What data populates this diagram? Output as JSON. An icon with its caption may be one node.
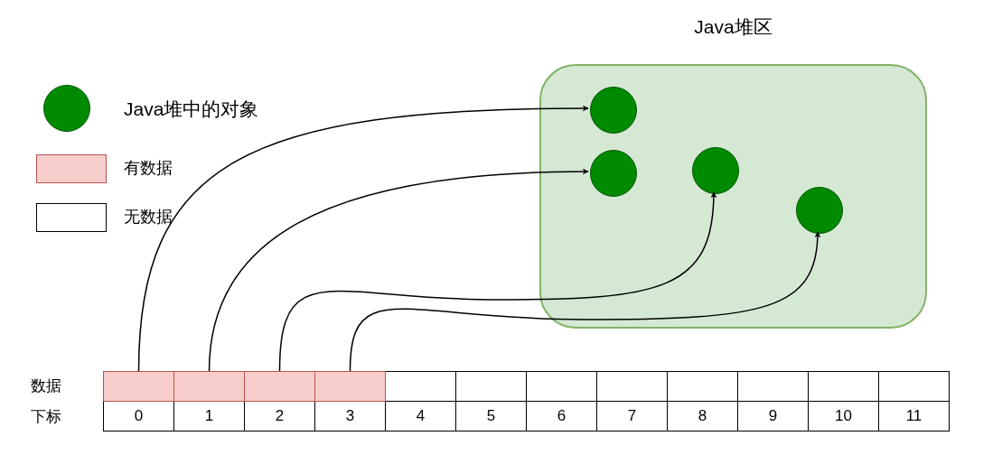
{
  "diagram": {
    "nodes": [
      {
        "text": [
          "Java堆区"
        ]
      },
      {
        "text": [],
        "shape": "circle",
        "in": 0
      },
      {
        "text": [],
        "shape": "circle",
        "in": 0
      },
      {
        "text": [],
        "shape": "circle",
        "in": 0
      },
      {
        "text": [],
        "shape": "circle",
        "in": 0
      },
      {
        "text": [],
        "shape": "box"
      },
      {
        "text": [],
        "shape": "box"
      },
      {
        "text": [],
        "shape": "box"
      },
      {
        "text": [],
        "shape": "box"
      },
      {
        "text": [],
        "shape": "box"
      },
      {
        "text": [],
        "shape": "box"
      },
      {
        "text": [],
        "shape": "box"
      },
      {
        "text": [],
        "shape": "box"
      },
      {
        "text": [],
        "shape": "box"
      },
      {
        "text": [],
        "shape": "box"
      },
      {
        "text": [],
        "shape": "box"
      },
      {
        "text": [],
        "shape": "box"
      },
      {
        "text": [
          "0"
        ]
      },
      {
        "text": [
          "1"
        ]
      },
      {
        "text": [
          "2"
        ]
      },
      {
        "text": [
          "3"
        ]
      },
      {
        "text": [
          "4"
        ]
      },
      {
        "text": [
          "5"
        ]
      },
      {
        "text": [
          "6"
        ]
      },
      {
        "text": [
          "7"
        ]
      },
      {
        "text": [
          "8"
        ]
      },
      {
        "text": [
          "9"
        ]
      },
      {
        "text": [
          "10"
        ]
      },
      {
        "text": [
          "11"
        ]
      }
    ],
    "edges": [
      {
        "from": 5,
        "to": 1,
        "arrow": "to"
      },
      {
        "from": 6,
        "to": 2,
        "arrow": "to"
      },
      {
        "from": 7,
        "to": 3,
        "arrow": "to"
      },
      {
        "from": 8,
        "to": 4,
        "arrow": "to"
      }
    ],
    "labels": [
      "数据",
      "下标"
    ],
    "legend": [
      {
        "text": "Java堆中的对象"
      },
      {
        "text": "有数据",
        "color": "#f8cecc"
      },
      {
        "text": "无数据",
        "color": "#ffffff"
      }
    ]
  }
}
